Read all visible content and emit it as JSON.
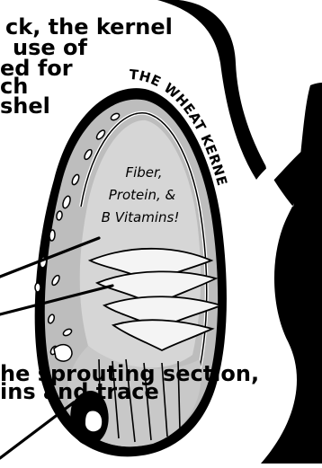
{
  "top_text_lines": [
    "ck, the kernel",
    "use of",
    "ed for",
    "ch",
    "shel"
  ],
  "kernel_title": "THE WHEAT KERNEL",
  "bran_note_lines": [
    "Fiber,",
    "Protein, &",
    "B Vitamins!"
  ],
  "bottom_text_lines": [
    "he sprouting section,",
    "ins and trace"
  ],
  "colors": {
    "background": "#ffffff",
    "ink": "#000000",
    "bran_gray": "#bdbdbd",
    "endosperm_gray": "#d4d4d4",
    "germ_gray": "#c8c8c8"
  }
}
